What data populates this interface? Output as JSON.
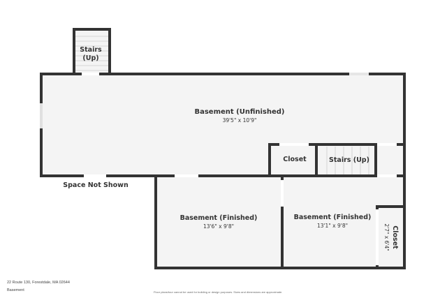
{
  "plan": {
    "colors": {
      "wall": "#333333",
      "floor": "#f4f4f4",
      "background": "#ffffff",
      "text": "#333333"
    },
    "rooms": [
      {
        "id": "stairs-top",
        "name": "Stairs\n(Up)"
      },
      {
        "id": "basement-unfinished",
        "name": "Basement (Unfinished)",
        "dims": "39'5\" x 10'9\""
      },
      {
        "id": "closet-top",
        "name": "Closet"
      },
      {
        "id": "stairs-mid",
        "name": "Stairs (Up)"
      },
      {
        "id": "basement-finished-left",
        "name": "Basement (Finished)",
        "dims": "13'6\" x 9'8\""
      },
      {
        "id": "basement-finished-right",
        "name": "Basement (Finished)",
        "dims": "13'1\" x 9'8\""
      },
      {
        "id": "closet-right",
        "name": "Closet",
        "dims": "2'7\" x 6'4\""
      }
    ],
    "space_not_shown": "Space Not Shown"
  },
  "footer": {
    "address": "22 Route 130, Forestdale, MA 02644",
    "level": "Basement",
    "disclaimer": "Floor plans/tour cannot be used for building or design purposes. Sizes and dimensions are approximate."
  }
}
